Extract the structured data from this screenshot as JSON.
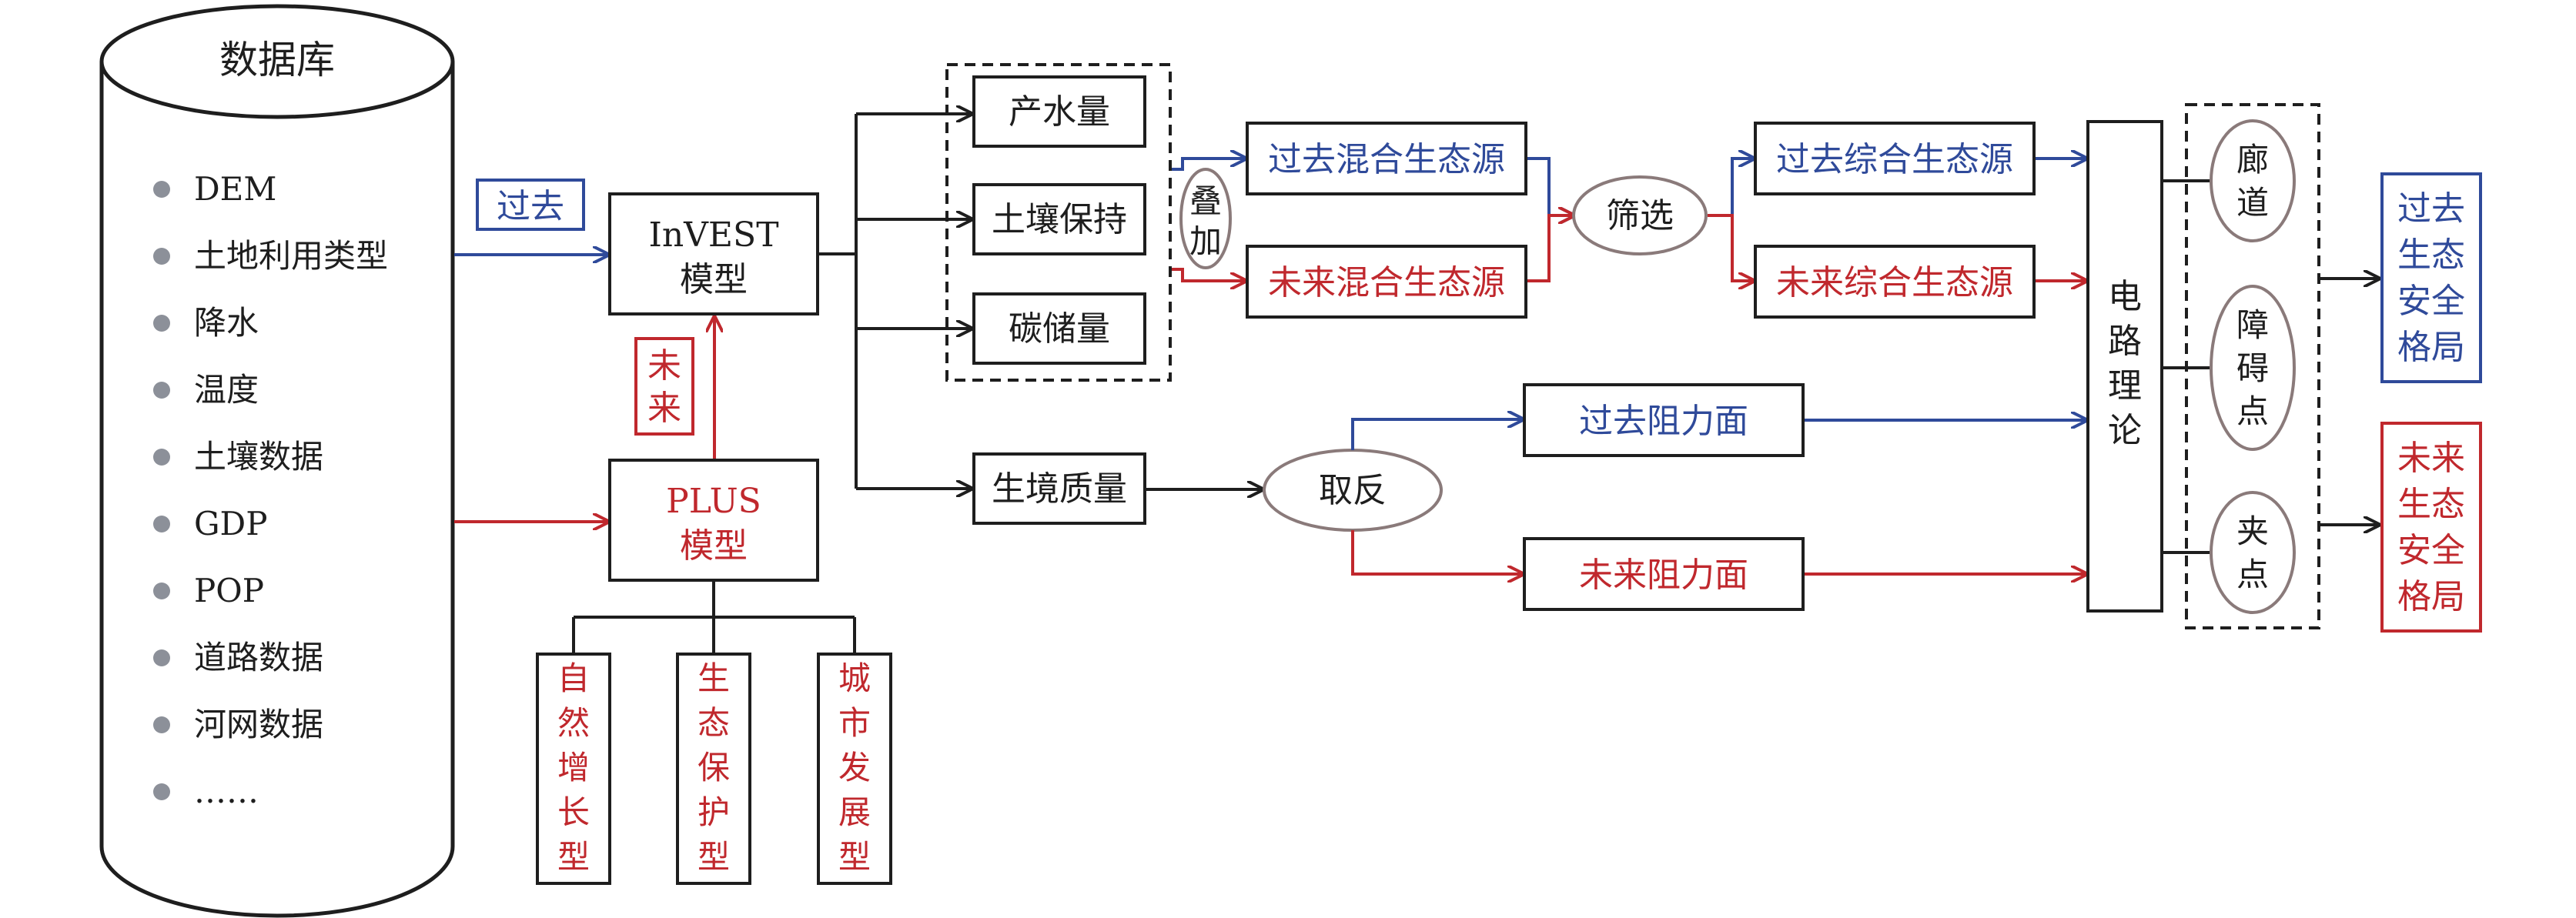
{
  "database": {
    "title": "数据库",
    "items": [
      "DEM",
      "土地利用类型",
      "降水",
      "温度",
      "土壤数据",
      "GDP",
      "POP",
      "道路数据",
      "河网数据",
      "……"
    ]
  },
  "labels": {
    "past": "过去",
    "future_chars": [
      "未",
      "来"
    ],
    "overlay_chars": [
      "叠",
      "加"
    ]
  },
  "models": {
    "invest": [
      "InVEST",
      "模型"
    ],
    "plus": [
      "PLUS",
      "模型"
    ]
  },
  "scenarios": [
    [
      "自",
      "然",
      "增",
      "长",
      "型"
    ],
    [
      "生",
      "态",
      "保",
      "护",
      "型"
    ],
    [
      "城",
      "市",
      "发",
      "展",
      "型"
    ]
  ],
  "services": [
    "产水量",
    "土壤保持",
    "碳储量"
  ],
  "habitat": "生境质量",
  "mixed_sources": {
    "past": "过去混合生态源",
    "future": "未来混合生态源"
  },
  "screen": "筛选",
  "invert": "取反",
  "comprehensive_sources": {
    "past": "过去综合生态源",
    "future": "未来综合生态源"
  },
  "resistance": {
    "past": "过去阻力面",
    "future": "未来阻力面"
  },
  "circuit_theory": [
    "电",
    "路",
    "理",
    "论"
  ],
  "outputs_elements": [
    [
      "廊",
      "道"
    ],
    [
      "障",
      "碍",
      "点"
    ],
    [
      "夹",
      "点"
    ]
  ],
  "results": {
    "past": [
      "过去",
      "生态",
      "安全",
      "格局"
    ],
    "future": [
      "未来",
      "生态",
      "安全",
      "格局"
    ]
  },
  "colors": {
    "past": "#2f4a9a",
    "future": "#c0282d",
    "neutral": "#1e1e1e",
    "bullet": "#8c9099",
    "oval": "#8a7a7a"
  }
}
